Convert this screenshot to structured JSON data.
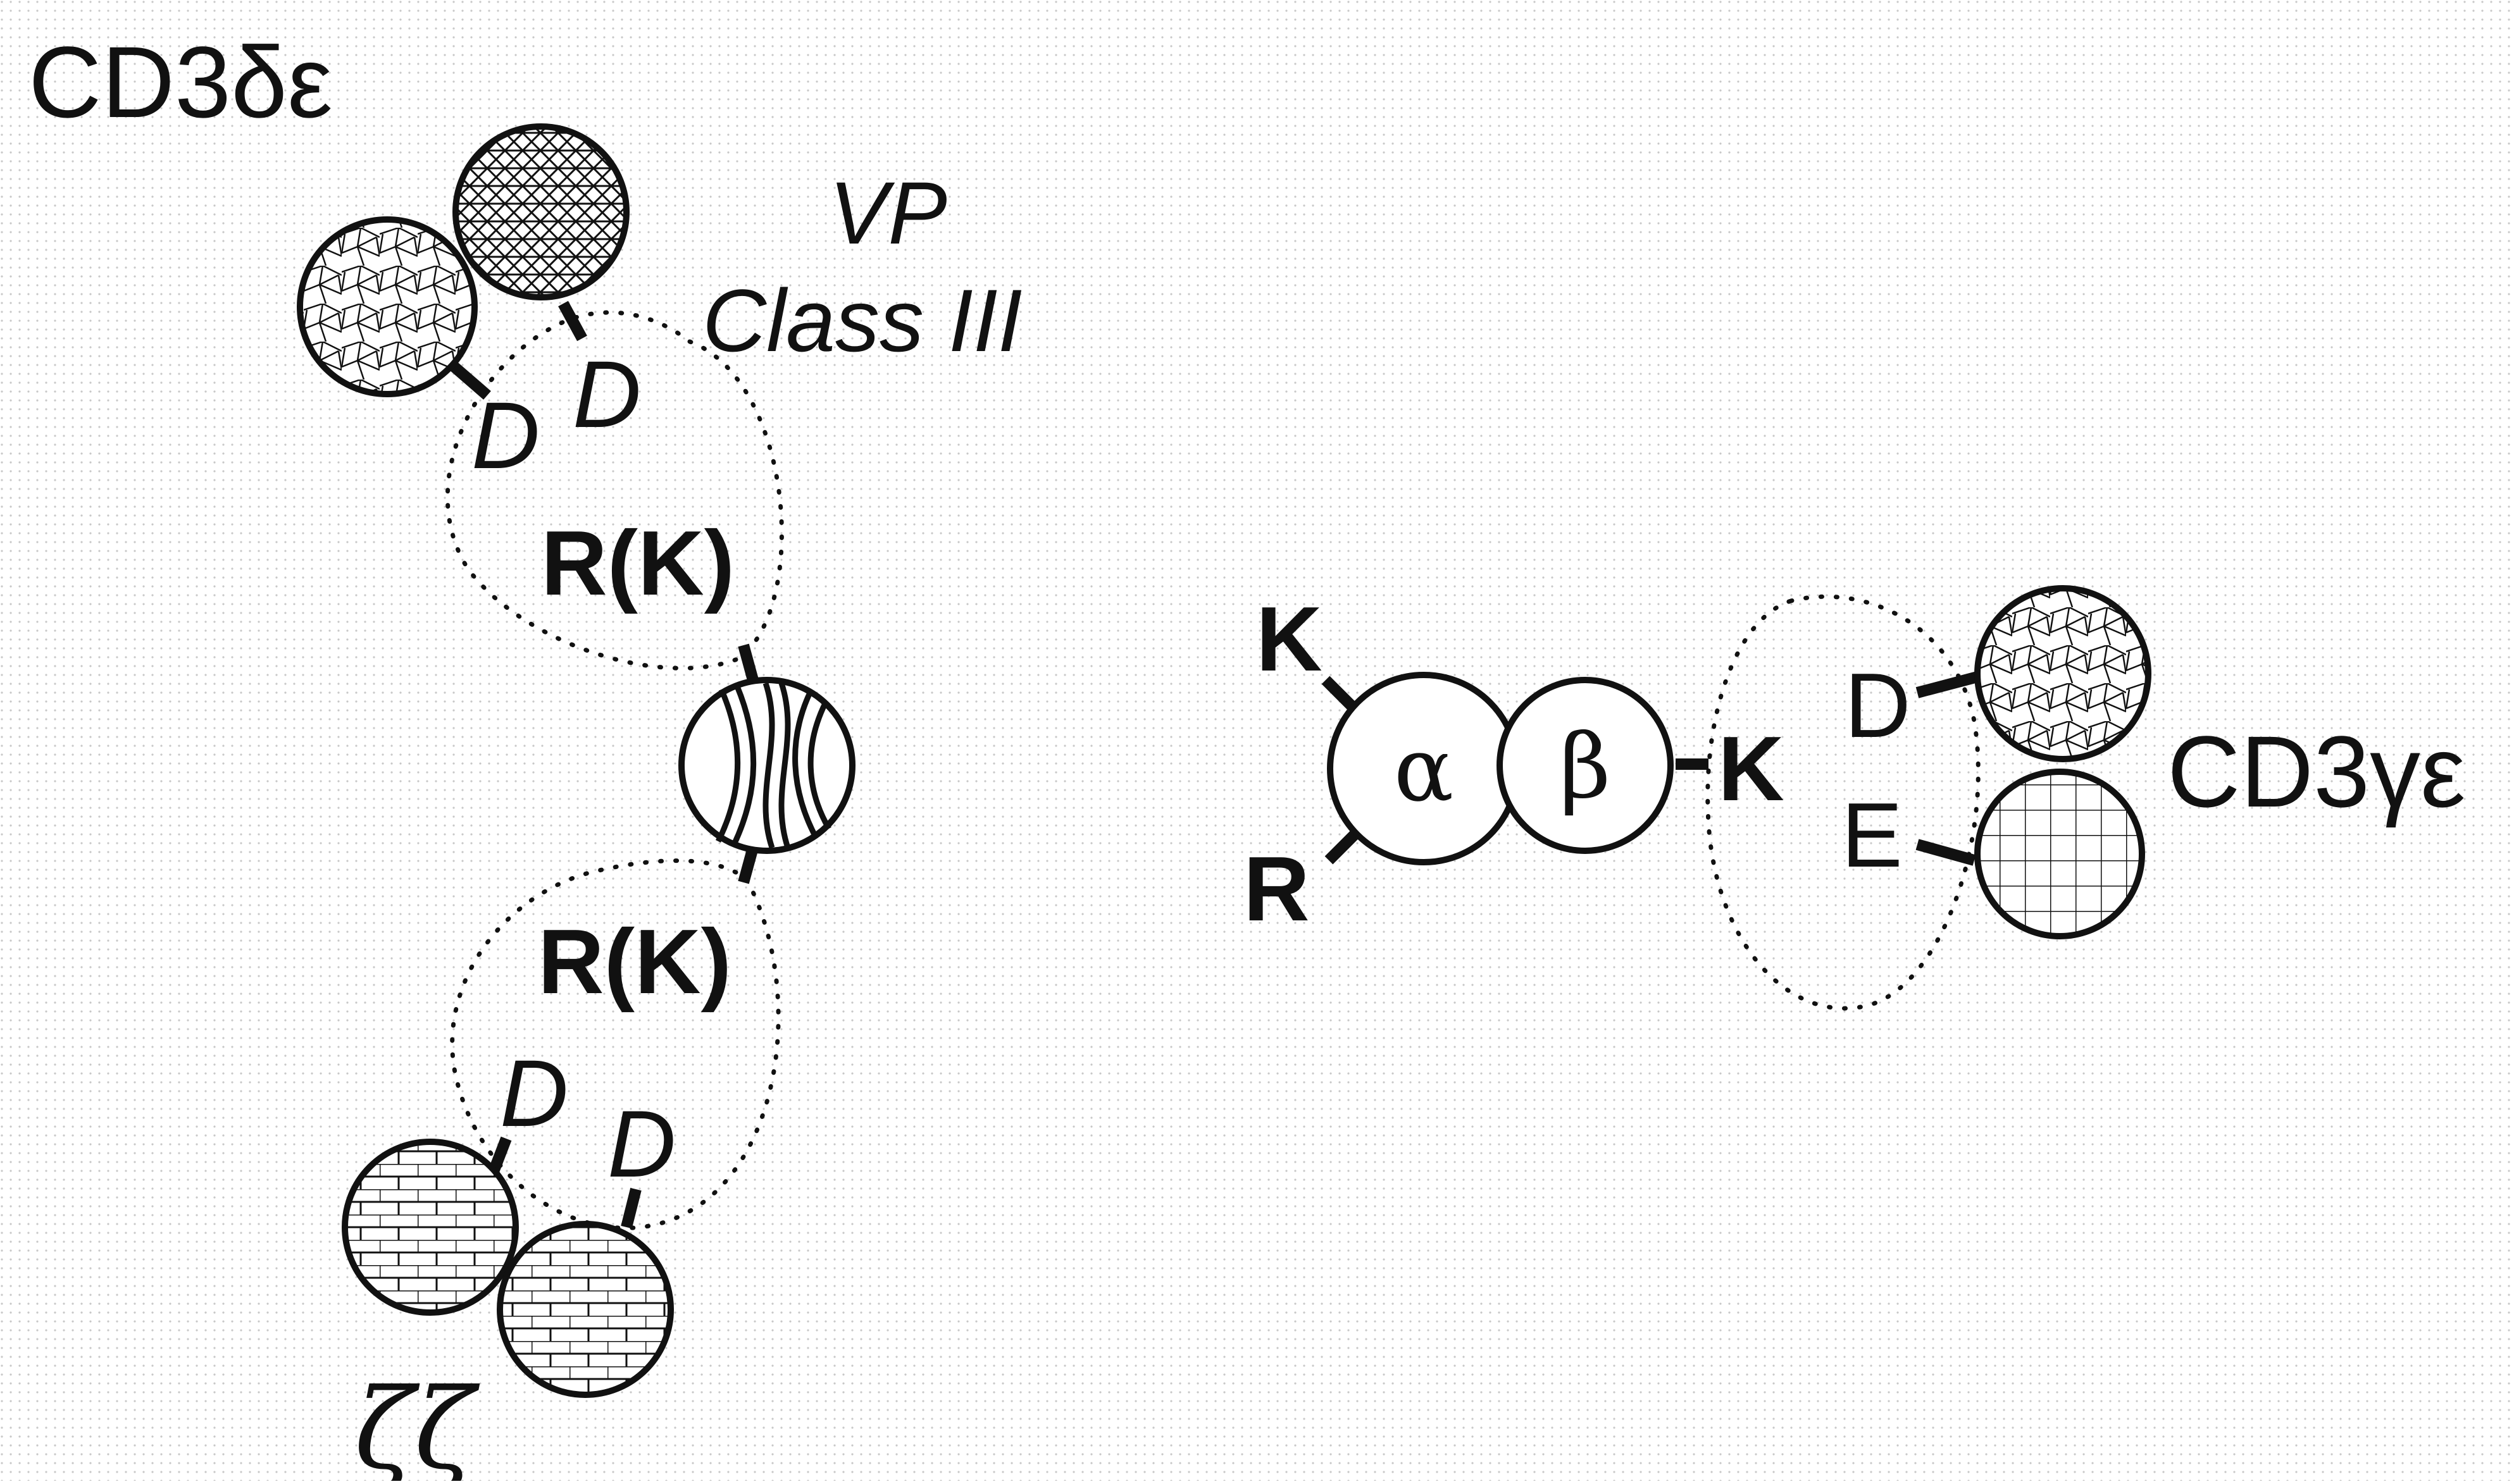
{
  "labels": {
    "cd3de": "CD3δε",
    "cd3ge": "CD3γε",
    "zeta": "ζζ",
    "vp": "VP",
    "class3": "Class III",
    "rk1": "R(K)",
    "rk2": "R(K)",
    "d_de1": "D",
    "d_de2": "D",
    "d_zz1": "D",
    "d_zz2": "D",
    "k_alpha": "K",
    "r_alpha": "R",
    "k_beta": "K",
    "d_ge": "D",
    "e_ge": "E",
    "alpha": "α",
    "beta": "β"
  },
  "colors": {
    "ink": "#111111",
    "background": "#ffffff",
    "dot": "#c8c8c8"
  }
}
